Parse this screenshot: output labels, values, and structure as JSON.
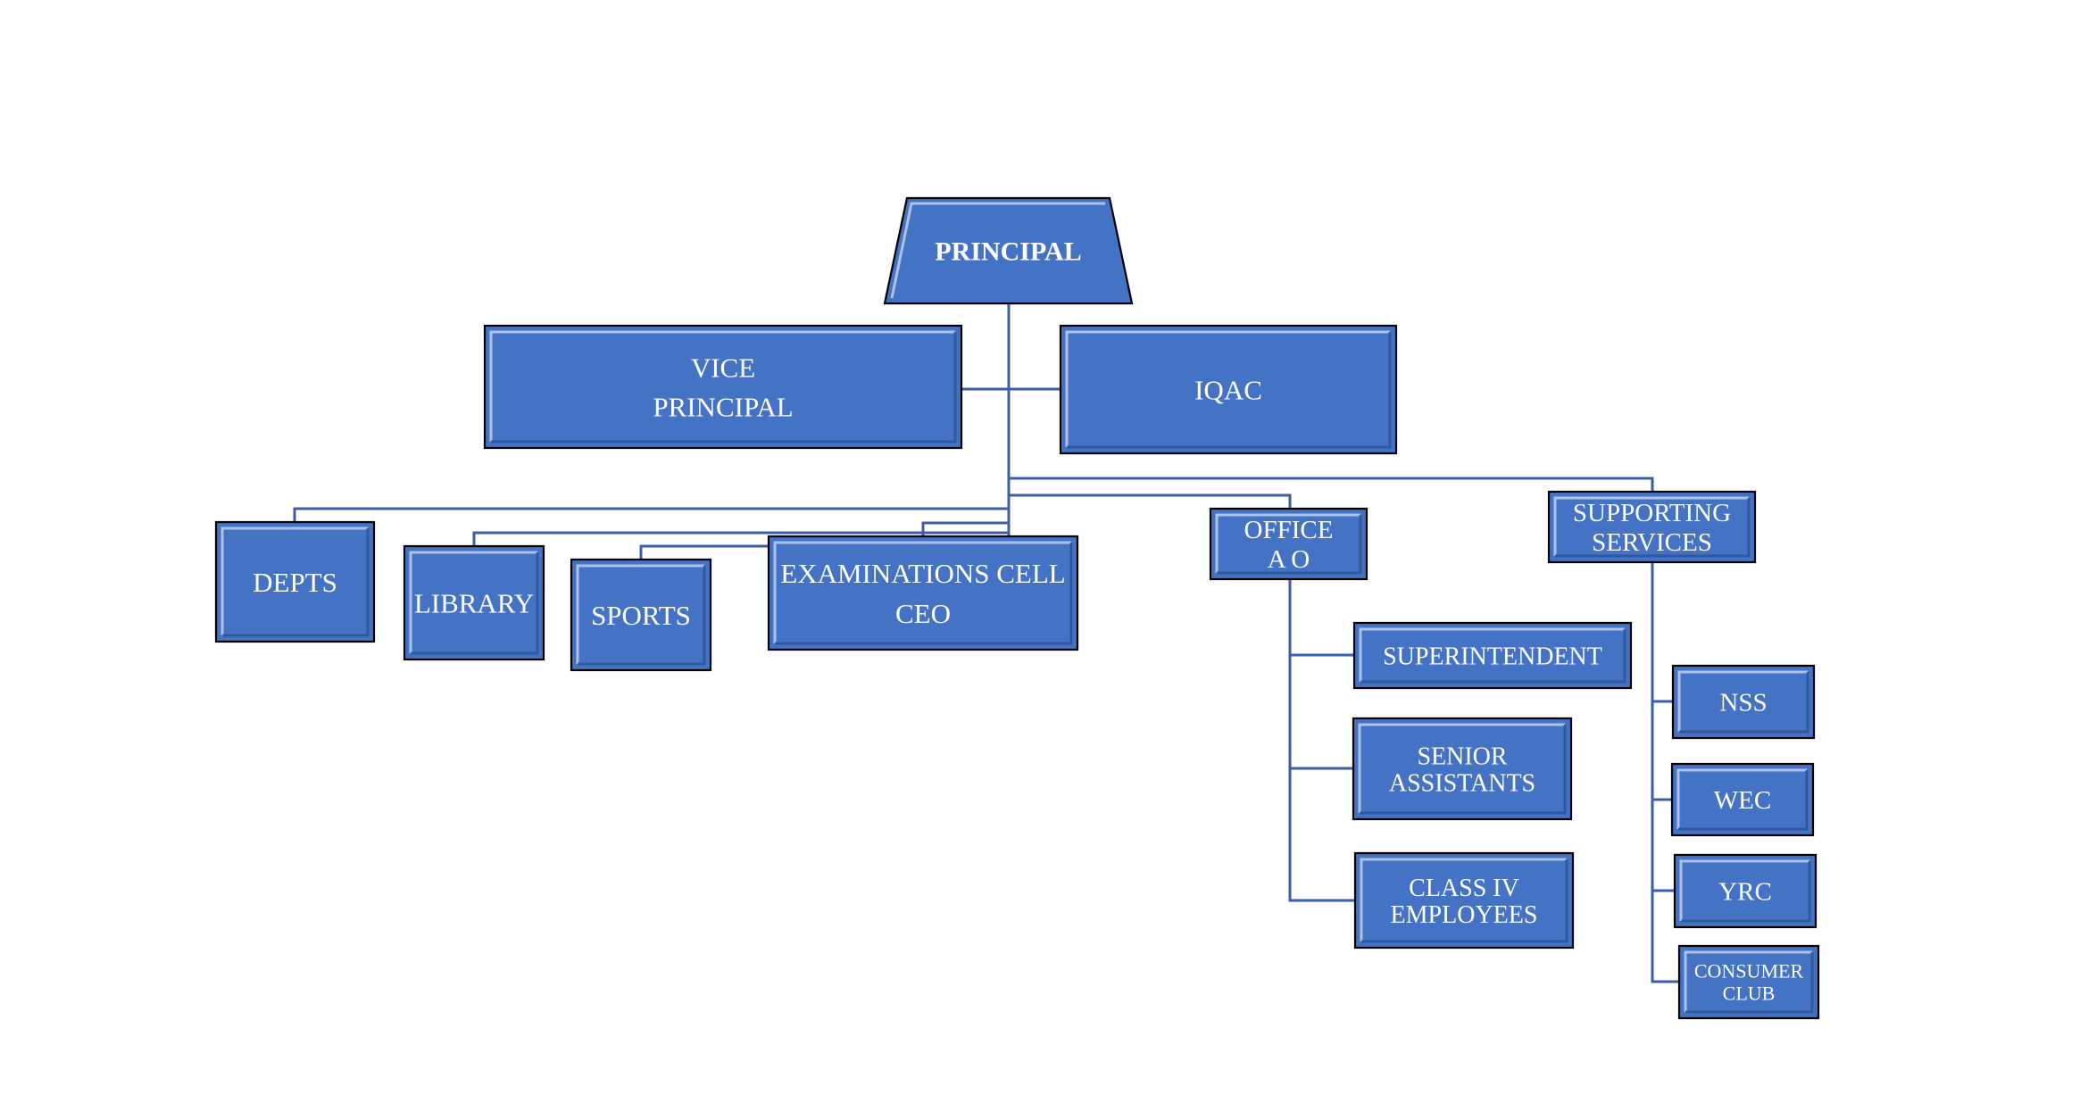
{
  "org_chart": {
    "colors": {
      "box_fill": "#4472c4",
      "box_border": "#000000",
      "connector": "#3a5ea8",
      "text": "#ffffff"
    },
    "nodes": {
      "principal": {
        "lines": [
          "PRINCIPAL"
        ]
      },
      "vice_principal": {
        "lines": [
          "VICE",
          "PRINCIPAL"
        ]
      },
      "iqac": {
        "lines": [
          "IQAC"
        ]
      },
      "depts": {
        "lines": [
          "DEPTS"
        ]
      },
      "library": {
        "lines": [
          "LIBRARY"
        ]
      },
      "sports": {
        "lines": [
          "SPORTS"
        ]
      },
      "examinations_cell": {
        "lines": [
          "EXAMINATIONS CELL",
          "CEO"
        ]
      },
      "office": {
        "lines": [
          "OFFICE",
          "A O"
        ]
      },
      "supporting_services": {
        "lines": [
          "SUPPORTING",
          "SERVICES"
        ]
      },
      "superintendent": {
        "lines": [
          "SUPERINTENDENT"
        ]
      },
      "senior_assistants": {
        "lines": [
          "SENIOR",
          "ASSISTANTS"
        ]
      },
      "class_iv_employees": {
        "lines": [
          "CLASS IV",
          "EMPLOYEES"
        ]
      },
      "nss": {
        "lines": [
          "NSS"
        ]
      },
      "wec": {
        "lines": [
          "WEC"
        ]
      },
      "yrc": {
        "lines": [
          "YRC"
        ]
      },
      "consumer_club": {
        "lines": [
          "CONSUMER",
          "CLUB"
        ]
      }
    },
    "edges": [
      [
        "principal",
        "vice_principal"
      ],
      [
        "principal",
        "iqac"
      ],
      [
        "principal",
        "depts"
      ],
      [
        "principal",
        "library"
      ],
      [
        "principal",
        "sports"
      ],
      [
        "principal",
        "examinations_cell"
      ],
      [
        "principal",
        "office"
      ],
      [
        "principal",
        "supporting_services"
      ],
      [
        "office",
        "superintendent"
      ],
      [
        "office",
        "senior_assistants"
      ],
      [
        "office",
        "class_iv_employees"
      ],
      [
        "supporting_services",
        "nss"
      ],
      [
        "supporting_services",
        "wec"
      ],
      [
        "supporting_services",
        "yrc"
      ],
      [
        "supporting_services",
        "consumer_club"
      ]
    ]
  }
}
